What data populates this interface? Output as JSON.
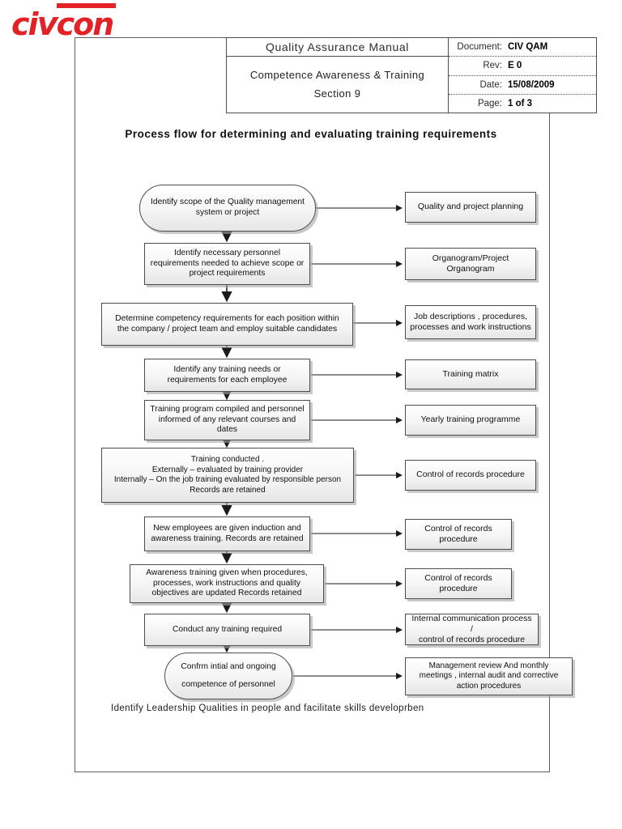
{
  "logo": {
    "part1": "ci",
    "part2": "v",
    "part3": "con",
    "full_name": "civcon"
  },
  "colors": {
    "logo_red": "#e32227",
    "box_border": "#4d4d4d",
    "box_shadow": "#a5a5a5",
    "line_black": "#1a1a1a"
  },
  "header": {
    "manual_title": "Quality Assurance Manual",
    "section_title": "Competence Awareness & Training",
    "section_sub": "Section 9",
    "fields": [
      {
        "label": "Document:",
        "value": "CIV QAM"
      },
      {
        "label": "Rev:",
        "value": "E 0"
      },
      {
        "label": "Date:",
        "value": "15/08/2009"
      },
      {
        "label": "Page:",
        "value": "1 of 3"
      }
    ]
  },
  "title": "Process flow for determining and evaluating training requirements",
  "flow": {
    "rows": [
      {
        "step": "Identify scope of the Quality management\nsystem or project",
        "output": "Quality and project planning"
      },
      {
        "step": "Identify necessary personnel\nrequirements needed to achieve scope or\nproject requirements",
        "output": "Organogram/Project\nOrganogram"
      },
      {
        "step": "Determine competency requirements for each position within\nthe company  / project team and employ suitable candidates",
        "output": "Job descriptions , procedures,\nprocesses and work instructions"
      },
      {
        "step": "Identify any training needs or\nrequirements for each employee",
        "output": "Training matrix"
      },
      {
        "step": "Training program compiled and personnel\ninformed of any relevant courses and\ndates",
        "output": "Yearly training programme"
      },
      {
        "step": "Training conducted .\nExternally  – evaluated by training provider\nInternally  –  On the job training evaluated by responsible person\nRecords are retained",
        "output": "Control of records procedure"
      },
      {
        "step": "New employees are given induction and\nawareness training. Records are retained",
        "output": "Control of records\nprocedure"
      },
      {
        "step": "Awareness training given when procedures,\nprocesses, work instructions and quality\nobjectives are updated Records retained",
        "output": "Control of records\nprocedure"
      },
      {
        "step": "Conduct any training required",
        "output": "Internal communication process  /\ncontrol of records procedure"
      },
      {
        "step": "Confrm intial and ongoing\ncompetence of personnel",
        "output": "Management review  And monthly\nmeetings , internal audit and corrective\naction procedures"
      }
    ]
  },
  "footnote": "Identify Leadership Qualities in people and facilitate skills developrben"
}
